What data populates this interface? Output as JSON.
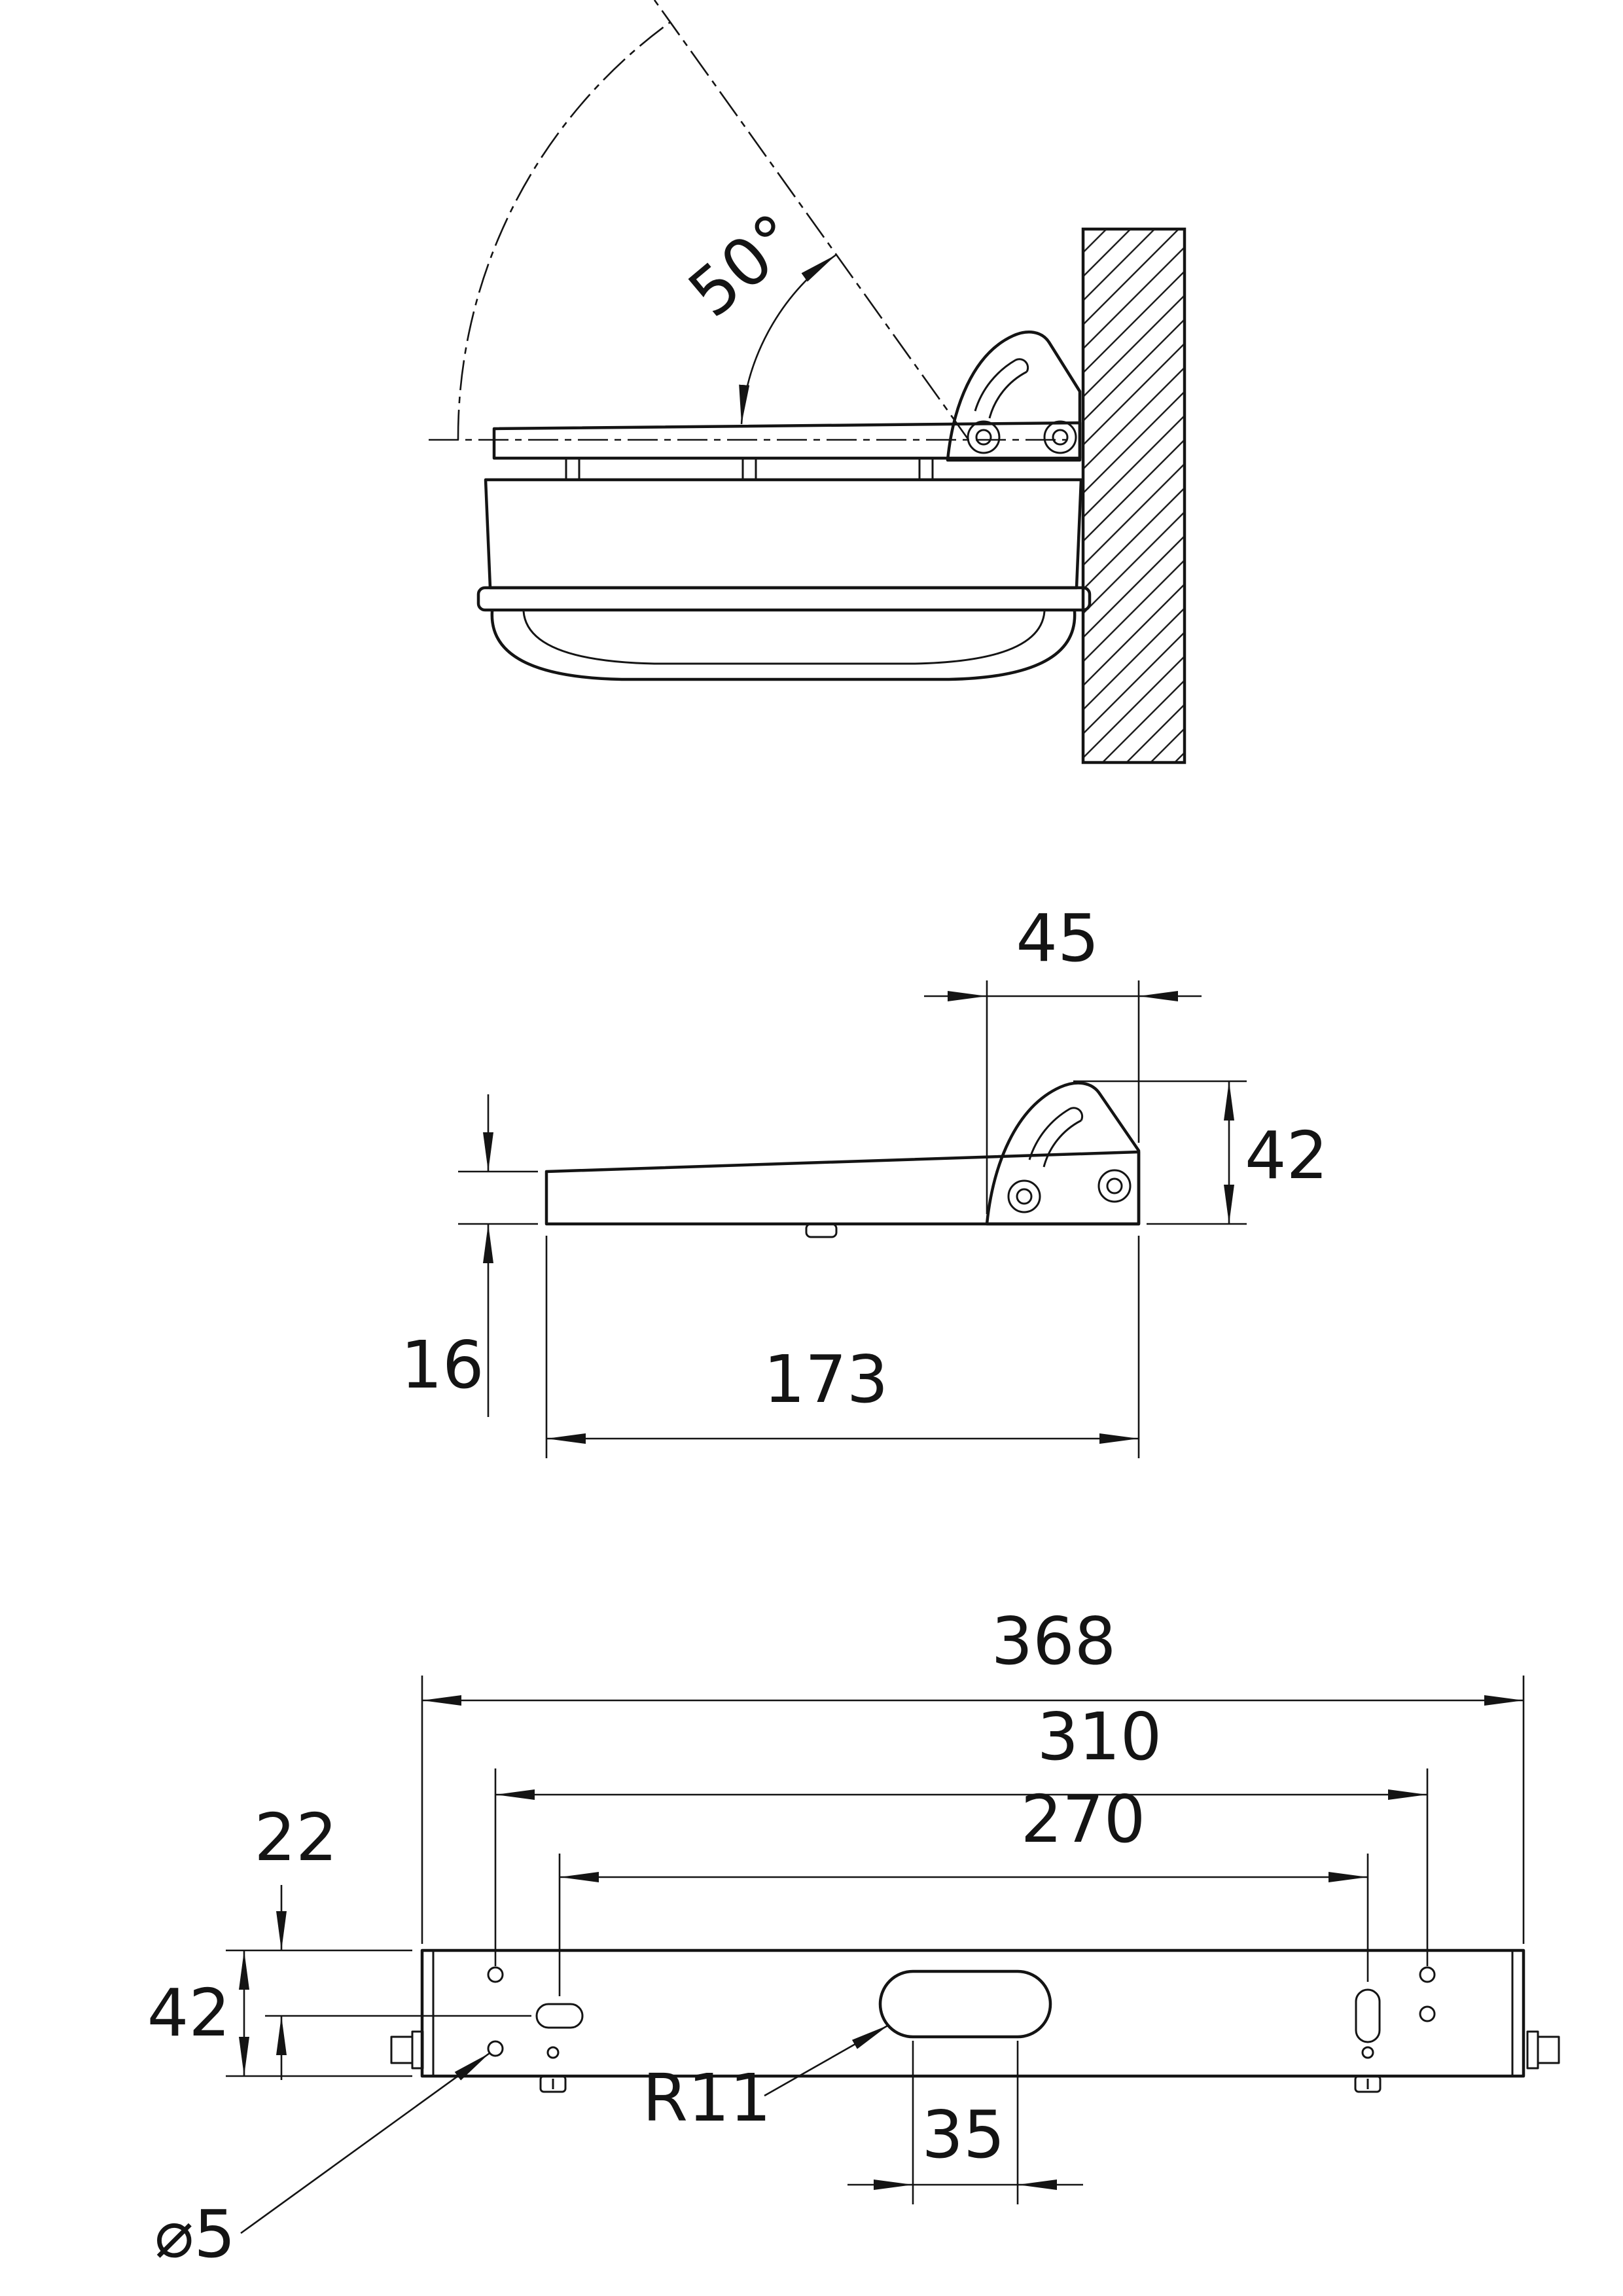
{
  "views": {
    "tilt": {
      "angle": "50°"
    },
    "side": {
      "dim_45": "45",
      "dim_42": "42",
      "dim_16": "16",
      "dim_173": "173"
    },
    "plate": {
      "dim_368": "368",
      "dim_310": "310",
      "dim_270": "270",
      "dim_22": "22",
      "dim_42": "42",
      "dim_35": "35",
      "radius": "R11",
      "diameter": "⌀5"
    }
  },
  "colors": {
    "line": "#141414",
    "background": "#ffffff"
  }
}
